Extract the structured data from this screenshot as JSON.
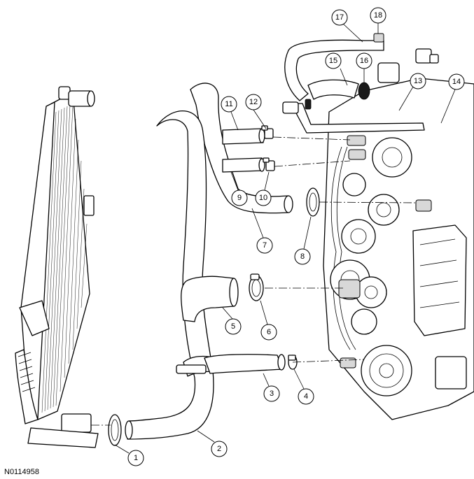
{
  "figure": {
    "code": "N0114958"
  },
  "callouts": [
    "1",
    "2",
    "3",
    "4",
    "5",
    "6",
    "7",
    "8",
    "9",
    "10",
    "11",
    "12",
    "13",
    "14",
    "15",
    "16",
    "17",
    "18"
  ],
  "colors": {
    "line": "#000000",
    "background": "#ffffff"
  }
}
